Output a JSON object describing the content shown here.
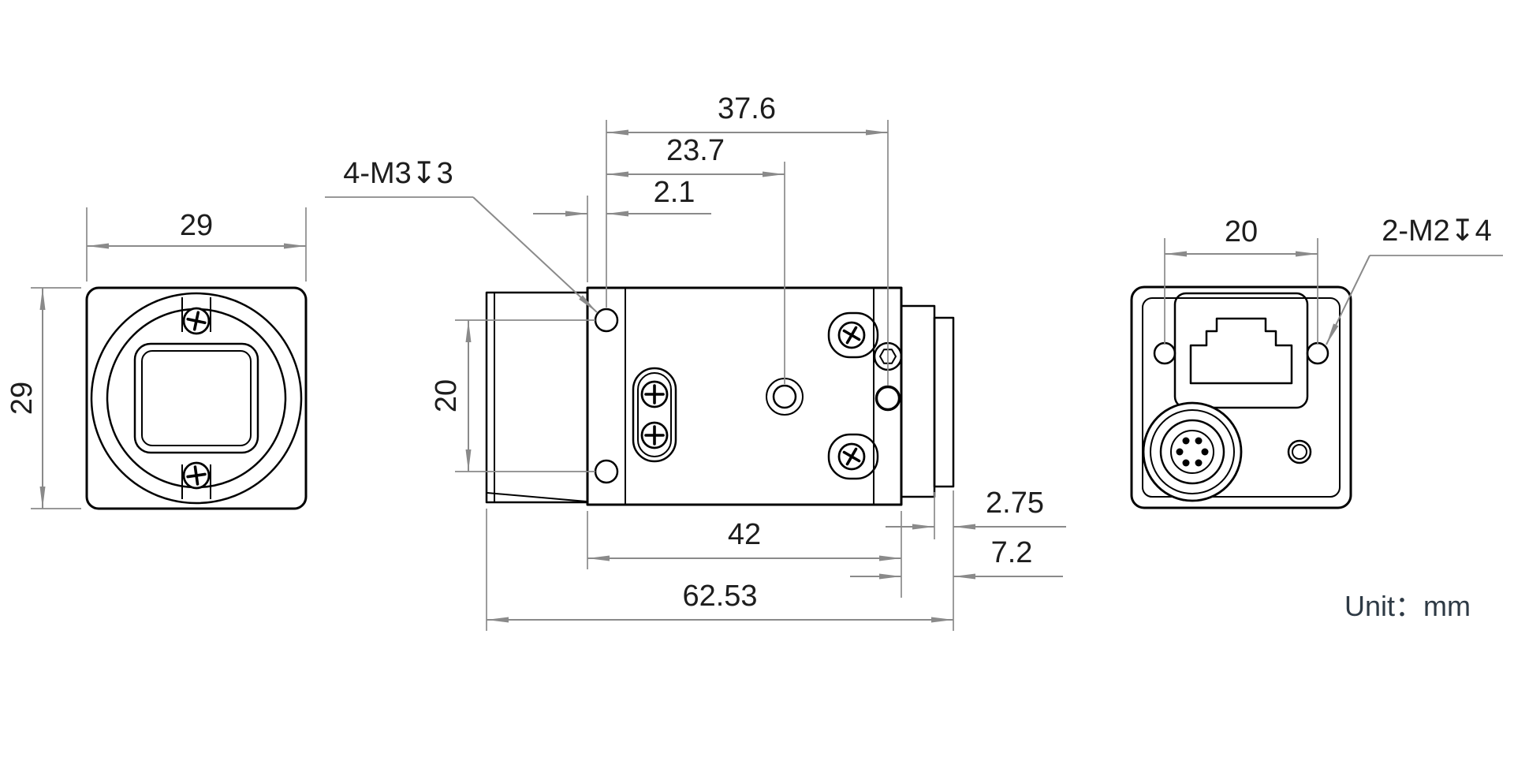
{
  "unit_label": "Unit：mm",
  "front_view": {
    "width_label": "29",
    "height_label": "29"
  },
  "side_view": {
    "flange_to_rear_hole": "37.6",
    "flange_to_center_hole": "23.7",
    "face_to_hole": "2.1",
    "mount_thread_callout": "4-M3↧3",
    "hole_spacing": "20",
    "body_length": "42",
    "total_length": "62.53",
    "rear_step": "2.75",
    "rear_section_length": "7.2"
  },
  "rear_view": {
    "hole_spacing": "20",
    "mount_thread_callout": "2-M2↧4"
  }
}
